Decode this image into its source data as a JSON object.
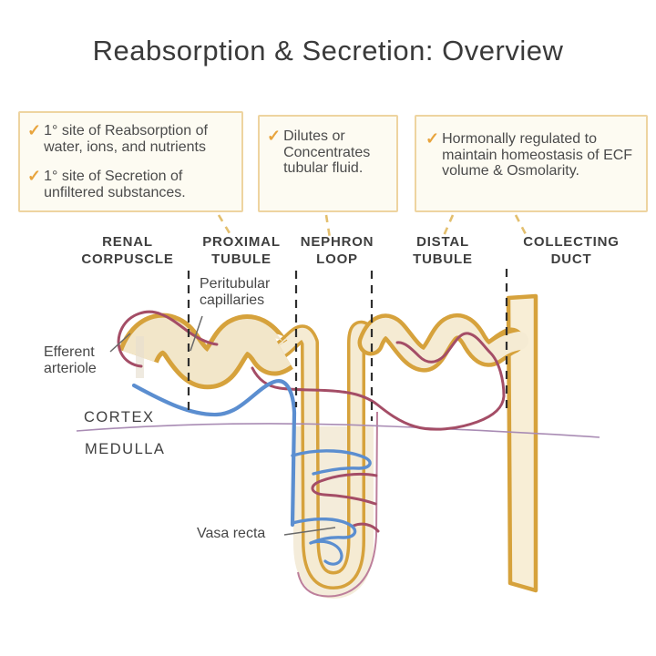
{
  "title": "Reabsorption & Secretion: Overview",
  "checkmark": "✓",
  "callouts": [
    {
      "items": [
        "1° site of Reabsorption of water, ions, and nutrients",
        "1° site of Secretion of unfiltered substances."
      ]
    },
    {
      "items": [
        "Dilutes or Concentrates tubular fluid."
      ]
    },
    {
      "items": [
        "Hormonally regulated to maintain homeostasis of ECF volume & Osmolarity."
      ]
    }
  ],
  "segments": [
    {
      "line1": "RENAL",
      "line2": "CORPUSCLE"
    },
    {
      "line1": "PROXIMAL",
      "line2": "TUBULE"
    },
    {
      "line1": "NEPHRON",
      "line2": "LOOP"
    },
    {
      "line1": "DISTAL",
      "line2": "TUBULE"
    },
    {
      "line1": "COLLECTING",
      "line2": "DUCT"
    }
  ],
  "diagram_labels": {
    "peritubular_line1": "Peritubular",
    "peritubular_line2": "capillaries",
    "efferent_line1": "Efferent",
    "efferent_line2": "arteriole",
    "cortex": "CORTEX",
    "medulla": "MEDULLA",
    "vasa_recta": "Vasa recta"
  },
  "colors": {
    "tubule_gold": "#d6a23c",
    "tubule_fill_cream": "#f3e8ce",
    "checkmark_orange": "#e8a43d",
    "box_border_gold": "#eed4a0",
    "box_background": "#fdfbf2",
    "capillary_maroon": "#a44d66",
    "vessel_blue": "#5b8ed0",
    "cortex_boundary_purple": "#a98cb4",
    "dashed_line_black": "#2e2e2e",
    "text_dark": "#3e3e3e"
  }
}
